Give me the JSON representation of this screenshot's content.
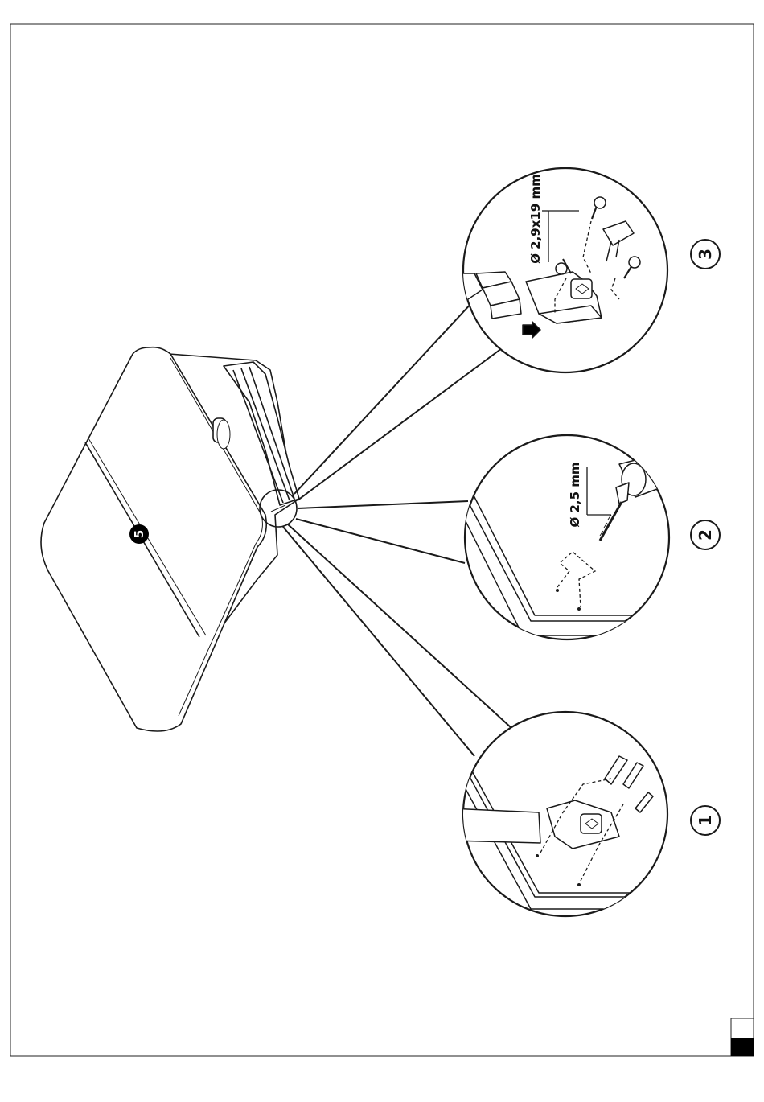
{
  "main_step_badge": "5",
  "sub_steps": [
    {
      "number": "1"
    },
    {
      "number": "2",
      "dimension": "Ø 2,5 mm"
    },
    {
      "number": "3",
      "dimension": "Ø 2,9x19 mm"
    }
  ],
  "page_tab_color": "#000000",
  "line_color": "#1a1a1a"
}
